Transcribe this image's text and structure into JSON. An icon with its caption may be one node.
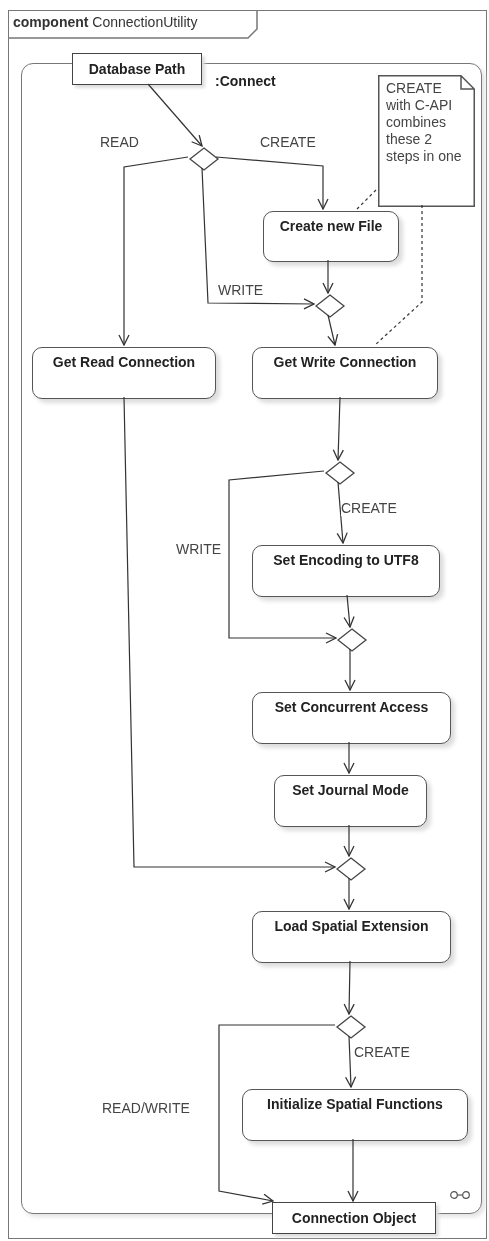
{
  "diagram": {
    "nodes": [
      {
        "text": [
          "**component** ConnectionUtility"
        ]
      },
      {
        "text": [
          ":Connect"
        ],
        "in": 0
      },
      {
        "text": [
          "Database Path"
        ],
        "in": 0
      },
      {
        "text": [
          "CREATE with C-API combines these 2 steps in one"
        ],
        "in": 1
      },
      {
        "text": [],
        "shape": "diamond",
        "in": 1
      },
      {
        "text": [
          "Create new File"
        ],
        "in": 1
      },
      {
        "text": [],
        "shape": "diamond",
        "in": 1
      },
      {
        "text": [
          "Get Read Connection"
        ],
        "in": 1
      },
      {
        "text": [
          "Get Write Connection"
        ],
        "in": 1
      },
      {
        "text": [],
        "shape": "diamond",
        "in": 1
      },
      {
        "text": [
          "Set Encoding to UTF8"
        ],
        "in": 1
      },
      {
        "text": [],
        "shape": "diamond",
        "in": 1
      },
      {
        "text": [
          "Set Concurrent Access"
        ],
        "in": 1
      },
      {
        "text": [
          "Set Journal Mode"
        ],
        "in": 1
      },
      {
        "text": [],
        "shape": "diamond",
        "in": 1
      },
      {
        "text": [
          "Load Spatial Extension"
        ],
        "in": 1
      },
      {
        "text": [],
        "shape": "diamond",
        "in": 1
      },
      {
        "text": [
          "Initialize Spatial Functions"
        ],
        "in": 1
      },
      {
        "text": [
          "Connection Object"
        ],
        "in": 0
      }
    ],
    "edges": [
      {
        "from": 2,
        "to": 4,
        "arrow": "to"
      },
      {
        "from": 4,
        "to": 7,
        "arrow": "to",
        "label": "READ"
      },
      {
        "from": 4,
        "to": 5,
        "arrow": "to",
        "label": "CREATE"
      },
      {
        "from": 4,
        "to": 6,
        "arrow": "to",
        "label": "WRITE"
      },
      {
        "from": 5,
        "to": 6,
        "arrow": "to"
      },
      {
        "from": 6,
        "to": 8,
        "arrow": "to"
      },
      {
        "from": 3,
        "to": 5,
        "arrow": "none",
        "style": "dashed"
      },
      {
        "from": 3,
        "to": 8,
        "arrow": "none",
        "style": "dashed"
      },
      {
        "from": 8,
        "to": 9,
        "arrow": "to"
      },
      {
        "from": 9,
        "to": 10,
        "arrow": "to",
        "label": "CREATE"
      },
      {
        "from": 9,
        "to": 11,
        "arrow": "to",
        "label": "WRITE"
      },
      {
        "from": 10,
        "to": 11,
        "arrow": "to"
      },
      {
        "from": 11,
        "to": 12,
        "arrow": "to"
      },
      {
        "from": 12,
        "to": 13,
        "arrow": "to"
      },
      {
        "from": 13,
        "to": 14,
        "arrow": "to"
      },
      {
        "from": 7,
        "to": 14,
        "arrow": "to"
      },
      {
        "from": 14,
        "to": 15,
        "arrow": "to"
      },
      {
        "from": 15,
        "to": 16,
        "arrow": "to"
      },
      {
        "from": 16,
        "to": 17,
        "arrow": "to",
        "label": "CREATE"
      },
      {
        "from": 16,
        "to": 18,
        "arrow": "to",
        "label": "READ/WRITE"
      },
      {
        "from": 17,
        "to": 18,
        "arrow": "to"
      }
    ]
  }
}
